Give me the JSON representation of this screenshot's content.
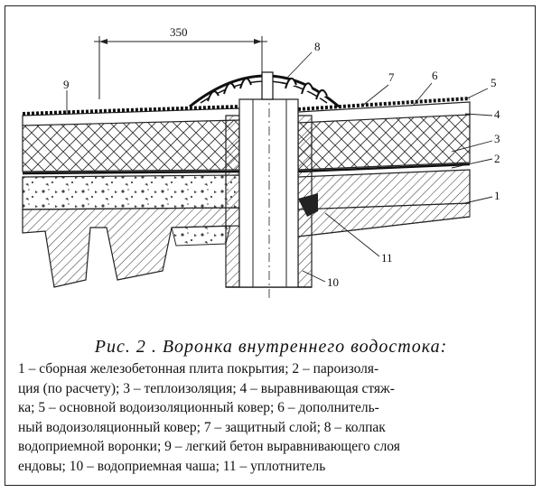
{
  "dimension_label": "350",
  "callouts": [
    "1",
    "2",
    "3",
    "4",
    "5",
    "6",
    "7",
    "8",
    "9",
    "10",
    "11"
  ],
  "caption": {
    "title": "Рис.   2 . Воронка внутреннего водостока:",
    "legend_lines": [
      "1 – сборная железобетонная плита покрытия; 2 – пароизоля-",
      "ция (по расчету); 3 – теплоизоляция; 4 – выравнивающая стяж-",
      "ка; 5 – основной водоизоляционный ковер; 6 – дополнитель-",
      "ный водоизоляционный ковер; 7 – защитный слой; 8 – колпак",
      "водоприемной воронки; 9 – легкий бетон выравнивающего слоя",
      "ендовы; 10 – водоприемная чаша; 11 – уплотнитель"
    ]
  }
}
